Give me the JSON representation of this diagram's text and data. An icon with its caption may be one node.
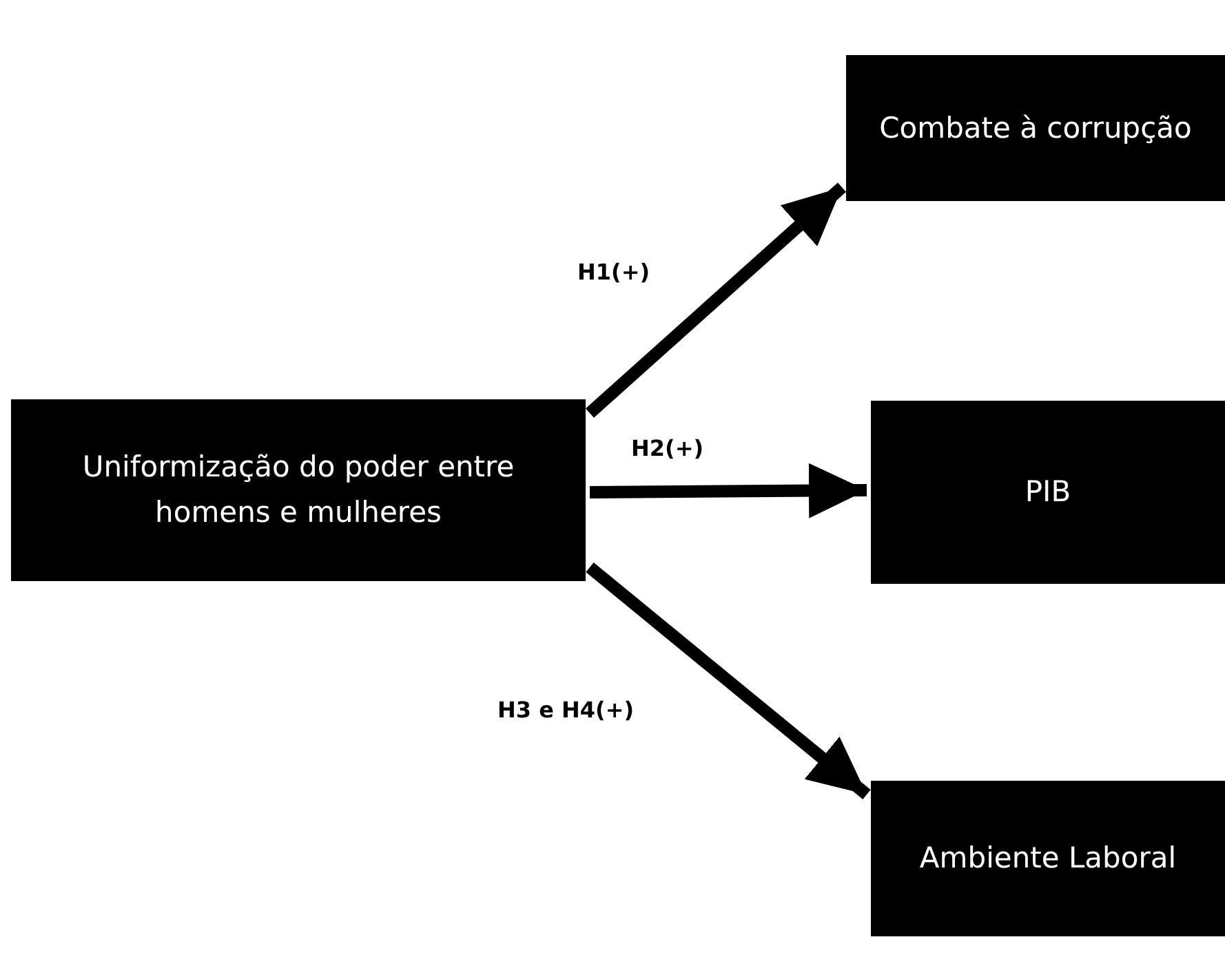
{
  "diagram": {
    "nodes": [
      {
        "text": [
          "Combate à corrupção"
        ]
      },
      {
        "text": [
          "Uniformização do poder entre homens e mulheres"
        ]
      },
      {
        "text": [
          "PIB"
        ]
      },
      {
        "text": [
          "Ambiente Laboral"
        ]
      }
    ],
    "edges": [
      {
        "from": 1,
        "to": 0,
        "arrow": "to",
        "label": "H1(+)"
      },
      {
        "from": 1,
        "to": 2,
        "arrow": "to",
        "label": "H2(+)"
      },
      {
        "from": 1,
        "to": 3,
        "arrow": "to",
        "label": "H3 e H4(+)"
      }
    ]
  }
}
